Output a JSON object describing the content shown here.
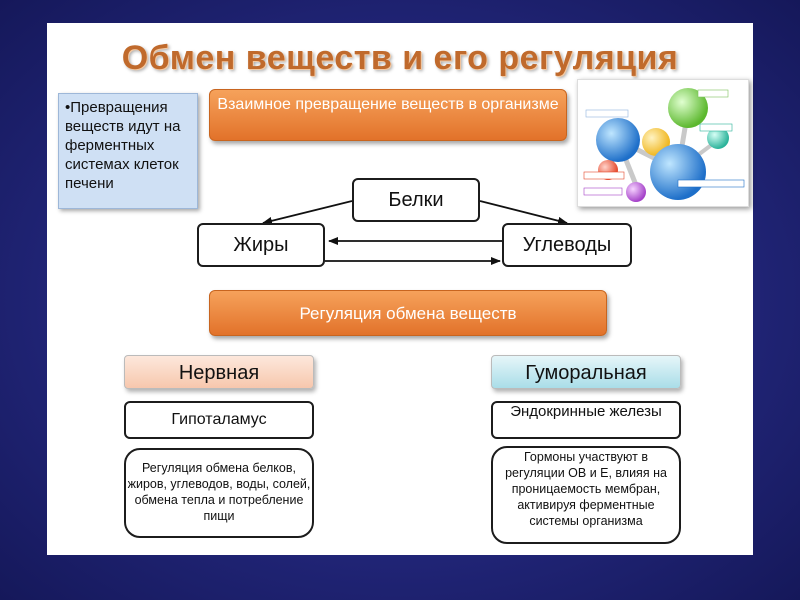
{
  "title": "Обмен веществ и его регуляция",
  "note": "•Превращения веществ идут на ферментных системах клеток печени",
  "bar_interconversion": "Взаимное превращение веществ в организме",
  "nodes": {
    "belki": "Белки",
    "zhiry": "Жиры",
    "uglevody": "Углеводы"
  },
  "bar_regulation": "Регуляция обмена веществ",
  "nervous": {
    "header": "Нервная",
    "organ": "Гипоталамус",
    "description": "Регуляция обмена белков, жиров, углеводов, воды, солей, обмена тепла и потребление пищи"
  },
  "humoral": {
    "header": "Гуморальная",
    "organ": "Эндокринные железы",
    "description": "Гормоны участвуют в регуляции ОВ и Е, влияя на проницаемость мембран, активируя ферментные системы организма"
  },
  "colors": {
    "title": "#c06a2c",
    "orange_bar": "#e2722a",
    "note_bg": "#cfe0f4"
  }
}
